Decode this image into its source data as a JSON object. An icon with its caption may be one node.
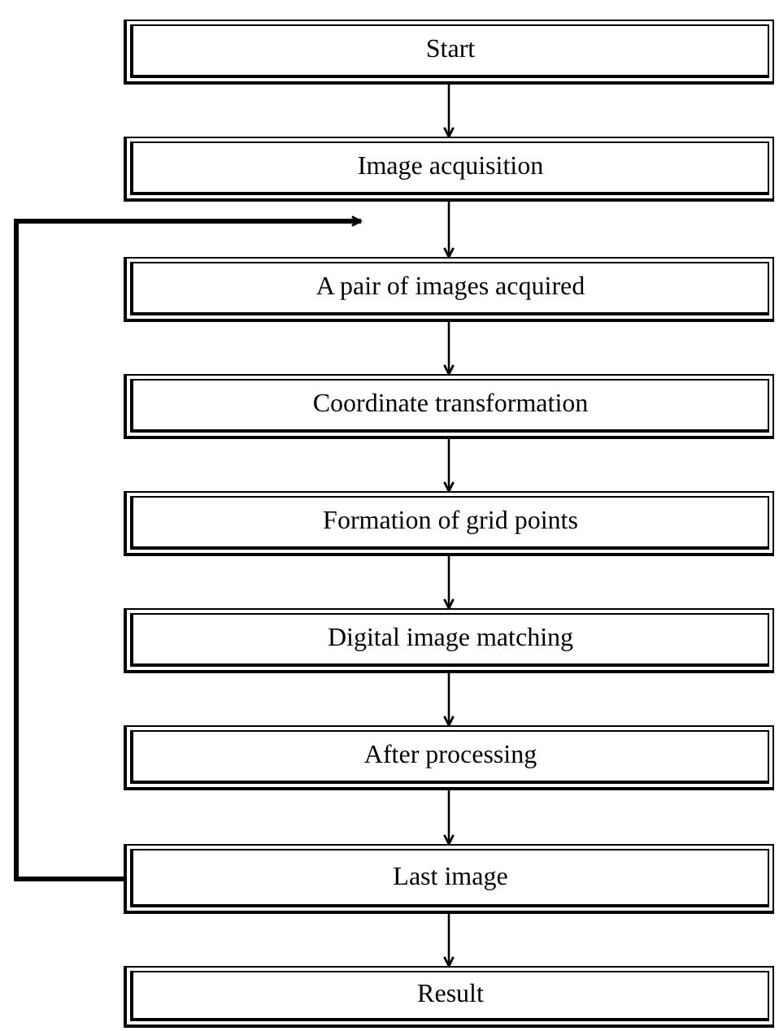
{
  "diagram": {
    "nodes": [
      {
        "text": [
          "Start"
        ]
      },
      {
        "text": [
          "Image acquisition"
        ]
      },
      {
        "text": [
          "A pair of images acquired"
        ]
      },
      {
        "text": [
          "Coordinate transformation"
        ]
      },
      {
        "text": [
          "Formation of grid points"
        ]
      },
      {
        "text": [
          "Digital image matching"
        ]
      },
      {
        "text": [
          "After processing"
        ]
      },
      {
        "text": [
          "Last image"
        ]
      },
      {
        "text": [
          "Result"
        ]
      }
    ],
    "edges": [
      {
        "from": 0,
        "to": 1,
        "arrow": "to"
      },
      {
        "from": 1,
        "to": 2,
        "arrow": "to"
      },
      {
        "from": 2,
        "to": 3,
        "arrow": "to"
      },
      {
        "from": 3,
        "to": 4,
        "arrow": "to"
      },
      {
        "from": 4,
        "to": 5,
        "arrow": "to"
      },
      {
        "from": 5,
        "to": 6,
        "arrow": "to"
      },
      {
        "from": 6,
        "to": 7,
        "arrow": "to"
      },
      {
        "from": 7,
        "to": 8,
        "arrow": "to"
      },
      {
        "from": 7,
        "to": 1,
        "arrow": "to",
        "style": "thick"
      }
    ]
  }
}
